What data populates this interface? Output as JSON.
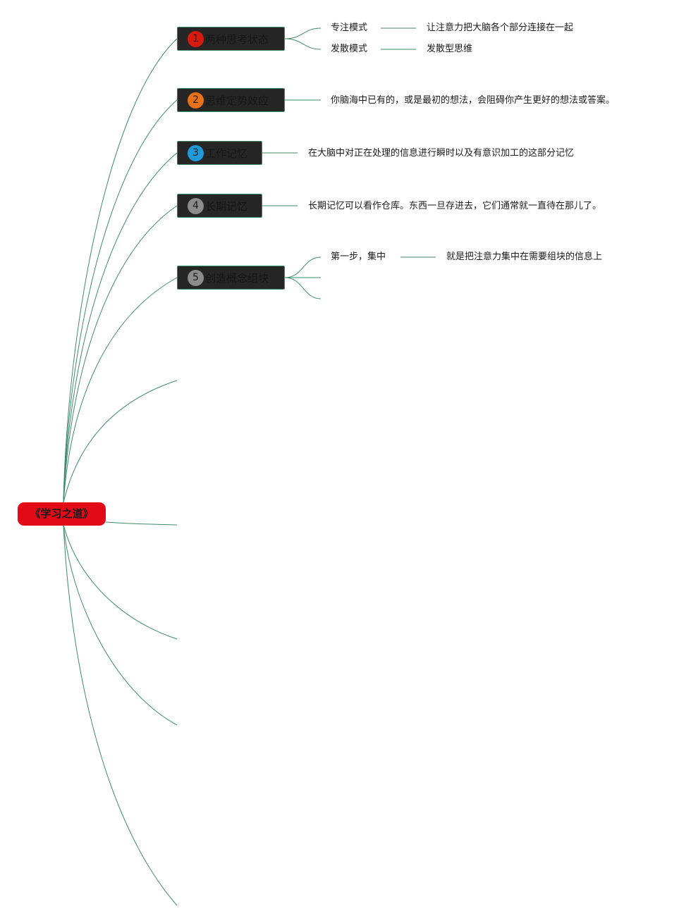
{
  "root": {
    "title": "《学习之道》",
    "color": "#e30a17"
  },
  "topics": [
    {
      "number": "1",
      "badge_color": "#d71a0f",
      "title": "两种思考状态",
      "children": [
        {
          "text": "专注模式",
          "detail": "让注意力把大脑各个部分连接在一起"
        },
        {
          "text": "发散模式",
          "detail": "发散型思维"
        }
      ]
    },
    {
      "number": "2",
      "badge_color": "#e8711a",
      "title": "思维定势效应",
      "children": [
        {
          "text": "你脑海中已有的，或是最初的想法，会阻碍你产生更好的想法或答案。"
        }
      ]
    },
    {
      "number": "3",
      "badge_color": "#1f9ad6",
      "title": "工作记忆",
      "children": [
        {
          "text": "在大脑中对正在处理的信息进行瞬时以及有意识加工的这部分记忆"
        }
      ]
    },
    {
      "number": "4",
      "badge_color": "#8c8c8c",
      "title": "长期记忆",
      "children": [
        {
          "text": "长期记忆可以看作仓库。东西一旦存进去，它们通常就一直待在那儿了。"
        }
      ]
    },
    {
      "number": "5",
      "badge_color": "#8c8c8c",
      "title": "创造概念组块",
      "children": [
        {
          "text": "第一步，集中",
          "detail": "就是把注意力集中在需要组块的信息上"
        },
        {
          "text": ""
        },
        {
          "text": ""
        }
      ]
    }
  ],
  "connector_color": "#3f8a6a"
}
